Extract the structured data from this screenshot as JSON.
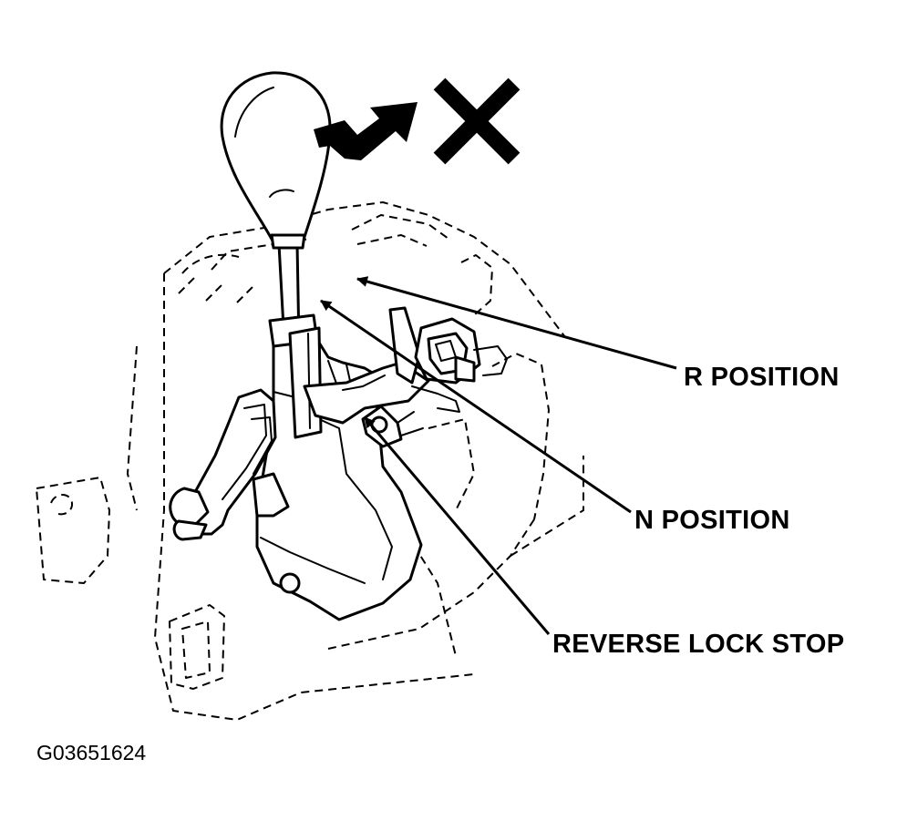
{
  "callouts": {
    "r_position": "R POSITION",
    "n_position": "N POSITION",
    "reverse_lock_stop": "REVERSE LOCK STOP"
  },
  "figure_id": "G03651624",
  "icons": [
    "shift-path-arrow-icon",
    "prohibited-x-icon"
  ],
  "colors": {
    "ink": "#000000",
    "background": "#ffffff"
  }
}
